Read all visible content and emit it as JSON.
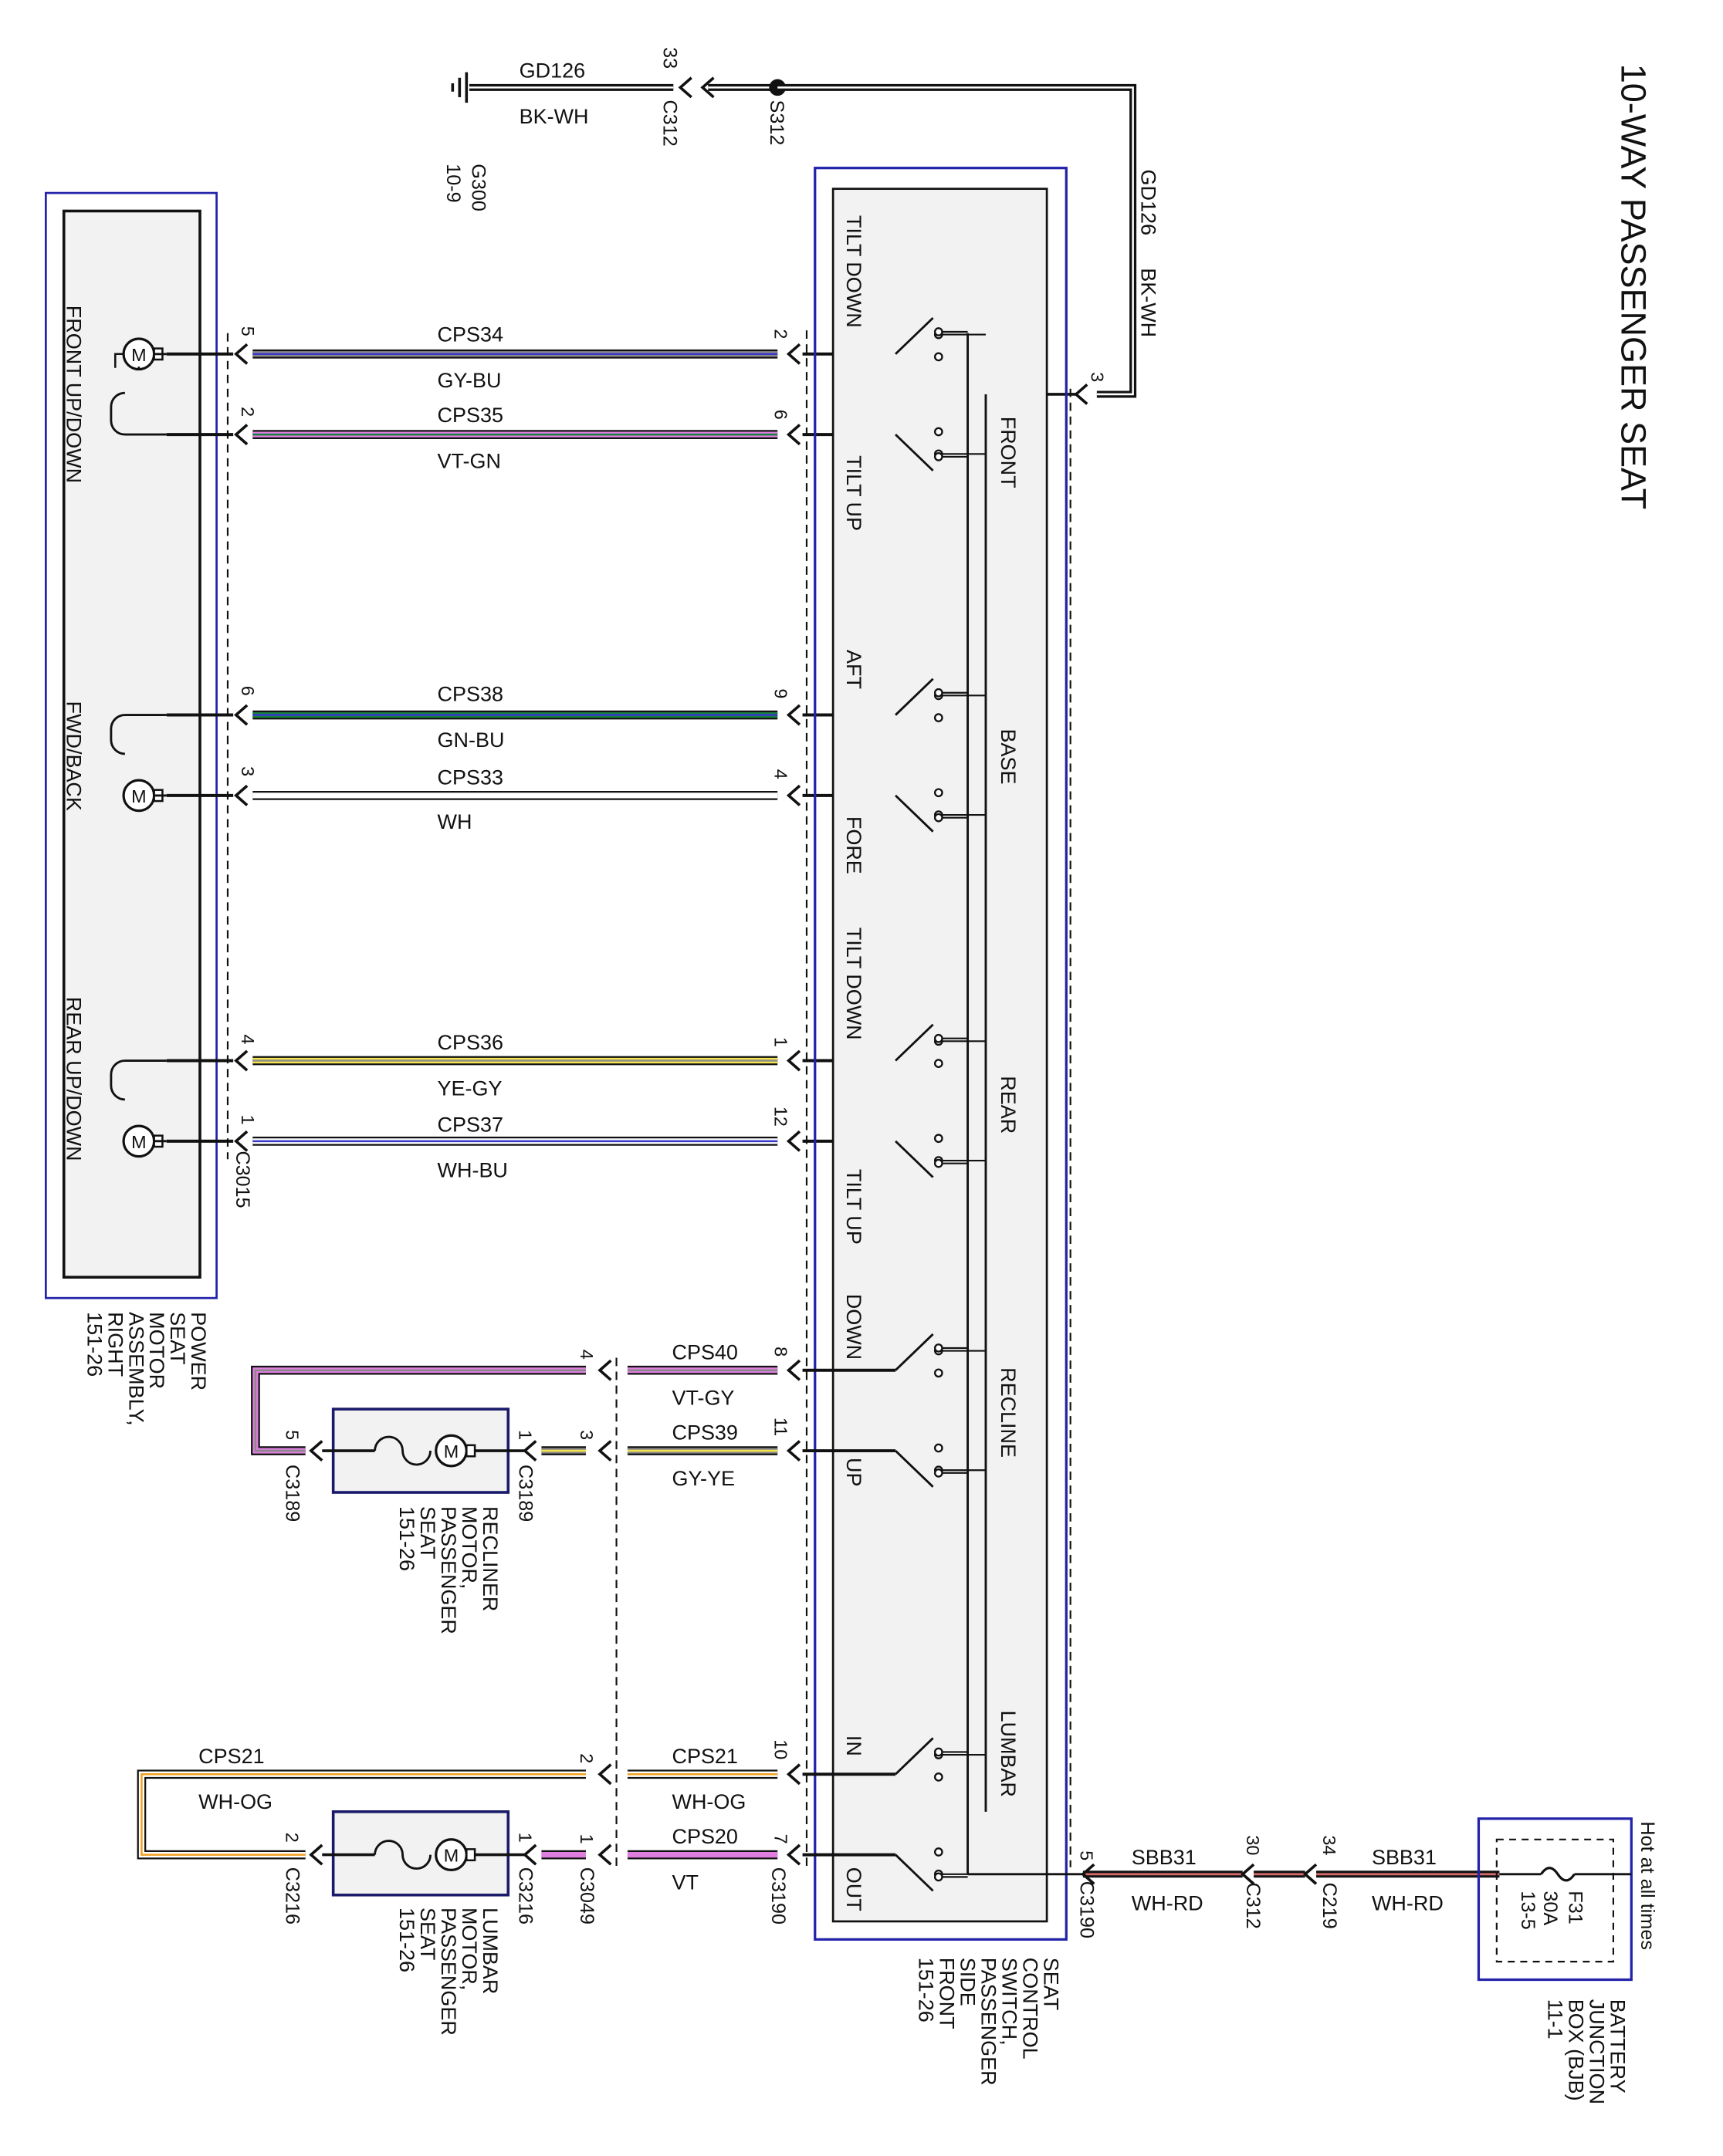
{
  "title": "10-WAY PASSENGER SEAT",
  "colors": {
    "border": "#2222aa",
    "panel": "#f2f2f2",
    "GY": "#8a8a8a",
    "BU": "#3838c8",
    "VT": "#e07ee0",
    "GN": "#15803d",
    "WH": "#ffffff",
    "YE": "#f4e34a",
    "OG": "#f0a020",
    "RD": "#c03030",
    "BK": "#111111"
  },
  "ground": {
    "circuit": "GD126",
    "color": "BK-WH",
    "ground_id": "G300",
    "ground_ref": "10-9",
    "c312_pin": "33",
    "c312": "C312",
    "splice": "S312",
    "vertical_circuit": "GD126",
    "vertical_color": "BK-WH",
    "switch_pin": "3"
  },
  "motor_assembly": {
    "name_lines": [
      "POWER",
      "SEAT",
      "MOTOR",
      "ASSEMBLY,",
      "RIGHT",
      "151-26"
    ],
    "connector": "C3015",
    "motor_labels": [
      "FRONT UP/DOWN",
      "FWD/BACK",
      "REAR UP/DOWN"
    ]
  },
  "switch": {
    "name_lines": [
      "SEAT",
      "CONTROL",
      "SWITCH,",
      "PASSENGER",
      "SIDE",
      "FRONT",
      "151-26"
    ],
    "connector": "C3190",
    "positions": [
      "TILT DOWN",
      "TILT UP",
      "AFT",
      "FORE",
      "TILT DOWN",
      "TILT UP",
      "DOWN",
      "UP",
      "IN",
      "OUT"
    ],
    "groups": [
      "FRONT",
      "BASE",
      "REAR",
      "RECLINE",
      "LUMBAR"
    ],
    "power_pin": "5"
  },
  "wires": [
    {
      "circuit": "CPS34",
      "color": "GY-BU",
      "motor_pin": "5",
      "switch_pin": "2"
    },
    {
      "circuit": "CPS35",
      "color": "VT-GN",
      "motor_pin": "2",
      "switch_pin": "6"
    },
    {
      "circuit": "CPS38",
      "color": "GN-BU",
      "motor_pin": "6",
      "switch_pin": "9"
    },
    {
      "circuit": "CPS33",
      "color": "WH",
      "motor_pin": "3",
      "switch_pin": "4"
    },
    {
      "circuit": "CPS36",
      "color": "YE-GY",
      "motor_pin": "4",
      "switch_pin": "1"
    },
    {
      "circuit": "CPS37",
      "color": "WH-BU",
      "motor_pin": "1",
      "switch_pin": "12"
    }
  ],
  "recliner": {
    "name_lines": [
      "RECLINER",
      "MOTOR,",
      "PASSENGER",
      "SEAT",
      "151-26"
    ],
    "connector": "C3189",
    "pin_a": "5",
    "pin_b": "1",
    "inline_pin_top": "4",
    "inline_pin_bottom": "3",
    "wire_top": {
      "circuit": "CPS40",
      "color": "VT-GY",
      "switch_pin": "8"
    },
    "wire_bottom": {
      "circuit": "CPS39",
      "color": "GY-YE",
      "switch_pin": "11"
    }
  },
  "lumbar": {
    "name_lines": [
      "LUMBAR",
      "MOTOR,",
      "PASSENGER",
      "SEAT",
      "151-26"
    ],
    "connector": "C3216",
    "pin_a": "2",
    "pin_b": "1",
    "inline": "C3049",
    "inline_pin_top": "2",
    "inline_pin_bottom": "1",
    "outer_circuit": "CPS21",
    "outer_color": "WH-OG",
    "wire_top": {
      "circuit": "CPS21",
      "color": "WH-OG",
      "switch_pin": "10"
    },
    "wire_bottom": {
      "circuit": "CPS20",
      "color": "VT",
      "switch_pin": "7"
    }
  },
  "power": {
    "seg1_circuit": "SBB31",
    "seg1_color": "WH-RD",
    "c312": "C312",
    "c312_pin": "30",
    "c219": "C219",
    "c219_pin": "34",
    "seg2_circuit": "SBB31",
    "seg2_color": "WH-RD"
  },
  "bjb": {
    "hot_label": "Hot at all times",
    "fuse_name": "F31",
    "fuse_rating": "30A",
    "fuse_ref": "13-5",
    "name_lines": [
      "BATTERY",
      "JUNCTION",
      "BOX (BJB)",
      "11-1"
    ]
  }
}
